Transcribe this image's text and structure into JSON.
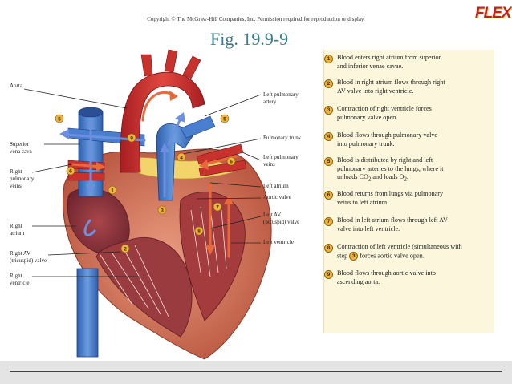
{
  "copyright": "Copyright © The McGraw-Hill Companies, Inc. Permission required for reproduction or display.",
  "logo_text": "FLEX",
  "figure_title": "Fig. 19.9-9",
  "left_labels": {
    "aorta": "Aorta",
    "superior_vena_cava": [
      "Superior",
      "vena cava"
    ],
    "right_pulmonary_veins": [
      "Right",
      "pulmonary",
      "veins"
    ],
    "right_atrium": [
      "Right",
      "atrium"
    ],
    "right_av_valve": [
      "Right AV",
      "(tricuspid) valve"
    ],
    "right_ventricle": [
      "Right",
      "ventricle"
    ]
  },
  "right_labels": {
    "left_pulmonary_artery": [
      "Left pulmonary",
      "artery"
    ],
    "pulmonary_trunk": "Pulmonary trunk",
    "left_pulmonary_veins": [
      "Left pulmonary",
      "veins"
    ],
    "left_atrium": "Left atrium",
    "aortic_valve": "Aortic valve",
    "left_av_valve": [
      "Left AV",
      "(bicuspid) valve"
    ],
    "left_ventricle": "Left ventricle"
  },
  "steps": [
    {
      "num": "1",
      "lines": [
        "Blood enters right atrium from superior",
        "and inferior venae cavae."
      ]
    },
    {
      "num": "2",
      "lines": [
        "Blood in right atrium flows through right",
        "AV valve into right ventricle."
      ]
    },
    {
      "num": "3",
      "lines": [
        "Contraction of right ventricle forces",
        "pulmonary valve open."
      ]
    },
    {
      "num": "4",
      "lines": [
        "Blood flows through pulmonary valve",
        "into pulmonary trunk."
      ]
    },
    {
      "num": "5",
      "lines": [
        "Blood is distributed by right and left",
        "pulmonary arteries to the lungs, where it"
      ],
      "line3_pre": "unloads CO",
      "line3_sub1": "2",
      "line3_mid": " and loads O",
      "line3_sub2": "2",
      "line3_post": "."
    },
    {
      "num": "6",
      "lines": [
        "Blood returns from lungs via pulmonary",
        "veins to left atrium."
      ]
    },
    {
      "num": "7",
      "lines": [
        "Blood in left atrium flows through left AV",
        "valve into left ventricle."
      ]
    },
    {
      "num": "8",
      "lines": [
        "Contraction of left ventricle (simultaneous with"
      ],
      "line2_pre": "step",
      "line2_ref": "3",
      "line2_post": "forces aortic valve open."
    },
    {
      "num": "9",
      "lines": [
        "Blood flows through aortic valve into",
        "ascending aorta."
      ]
    }
  ],
  "markers": [
    "5",
    "5",
    "9",
    "6",
    "4",
    "6",
    "1",
    "3",
    "7",
    "8",
    "2"
  ],
  "colors": {
    "title": "#3b7f8f",
    "badge": "#f0b43a",
    "panel": "#fbf6dc",
    "oxygenated": "#c8322c",
    "deoxygenated": "#3f78c8",
    "muscle": "#d77a60",
    "logo": "#b92525"
  }
}
